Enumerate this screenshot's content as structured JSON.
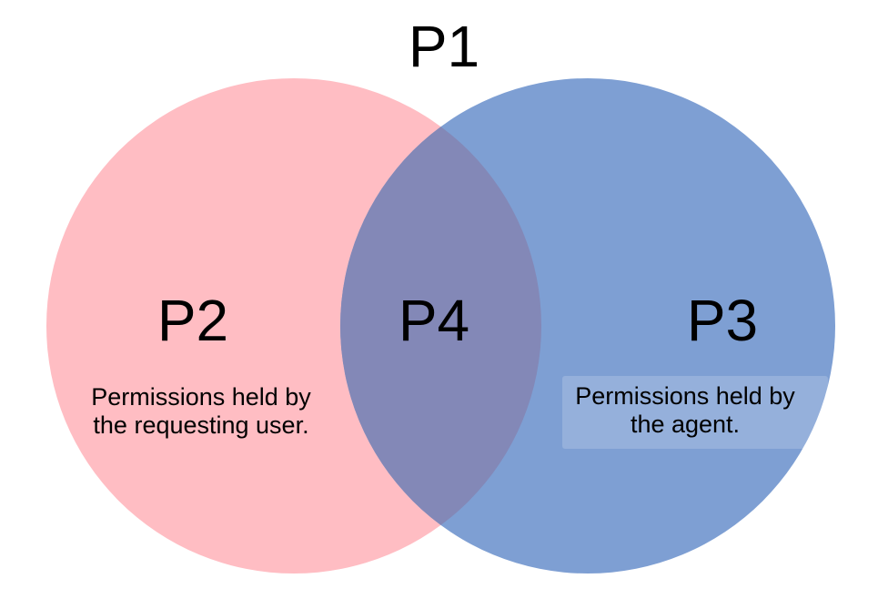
{
  "venn": {
    "title": "P1",
    "sets": {
      "left": {
        "label": "P2",
        "description_lines": [
          "Permissions held by",
          "the requesting user."
        ]
      },
      "right": {
        "label": "P3",
        "description_lines": [
          "Permissions held by",
          "the agent."
        ]
      },
      "intersection": {
        "label": "P4"
      }
    },
    "colors": {
      "background": "#FFFFFF",
      "left_circle": "#FFBDC3",
      "right_circle": "#7E9FD3",
      "intersection": "#8388B7",
      "text": "#000000",
      "highlight_box": "rgba(255,255,255,0.18)"
    }
  }
}
